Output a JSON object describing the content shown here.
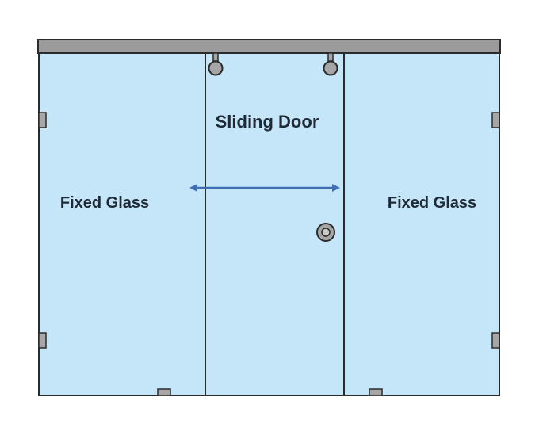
{
  "labels": {
    "left_panel": "Fixed Glass",
    "center_panel": "Sliding Door",
    "right_panel": "Fixed Glass"
  },
  "colors": {
    "glass": "#c5e6f8",
    "frame_outline": "#2b2b2b",
    "top_rail": "#9b9b9b",
    "hardware": "#a6a6a6",
    "arrow": "#3f6fb5",
    "label_text": "#1f2a36"
  },
  "icons": {
    "arrow": "double-headed-horizontal-arrow",
    "handle": "round-knob",
    "rollers": "hanging-roller-wheel",
    "clamps": "glass-clamp"
  }
}
